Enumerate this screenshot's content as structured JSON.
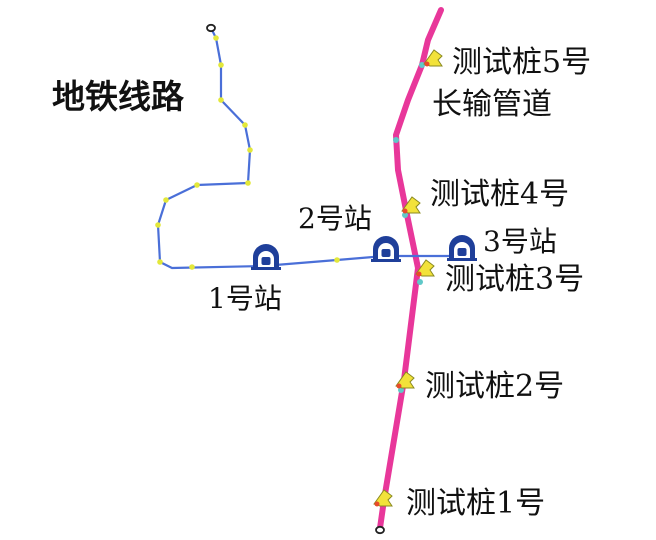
{
  "labels": {
    "metro_line": "地铁线路",
    "pipeline": "长输管道",
    "station_1": "1号站",
    "station_2": "2号站",
    "station_3": "3号站",
    "test_pile_1": "测试桩1号",
    "test_pile_2": "测试桩2号",
    "test_pile_3": "测试桩3号",
    "test_pile_4": "测试桩4号",
    "test_pile_5": "测试桩5号"
  },
  "colors": {
    "metro_line": "#4a6fd8",
    "metro_node": "#e3e83a",
    "pipeline": "#e8379a",
    "pipeline_node": "#5fc8c8",
    "test_pile_marker": "#f2e23a",
    "test_pile_marker_accent": "#e84a2a",
    "station_icon": "#1f3f9a"
  },
  "icons": {
    "station": "metro-station-icon",
    "test_pile": "test-pile-marker-icon",
    "line_end": "line-terminal-icon"
  }
}
